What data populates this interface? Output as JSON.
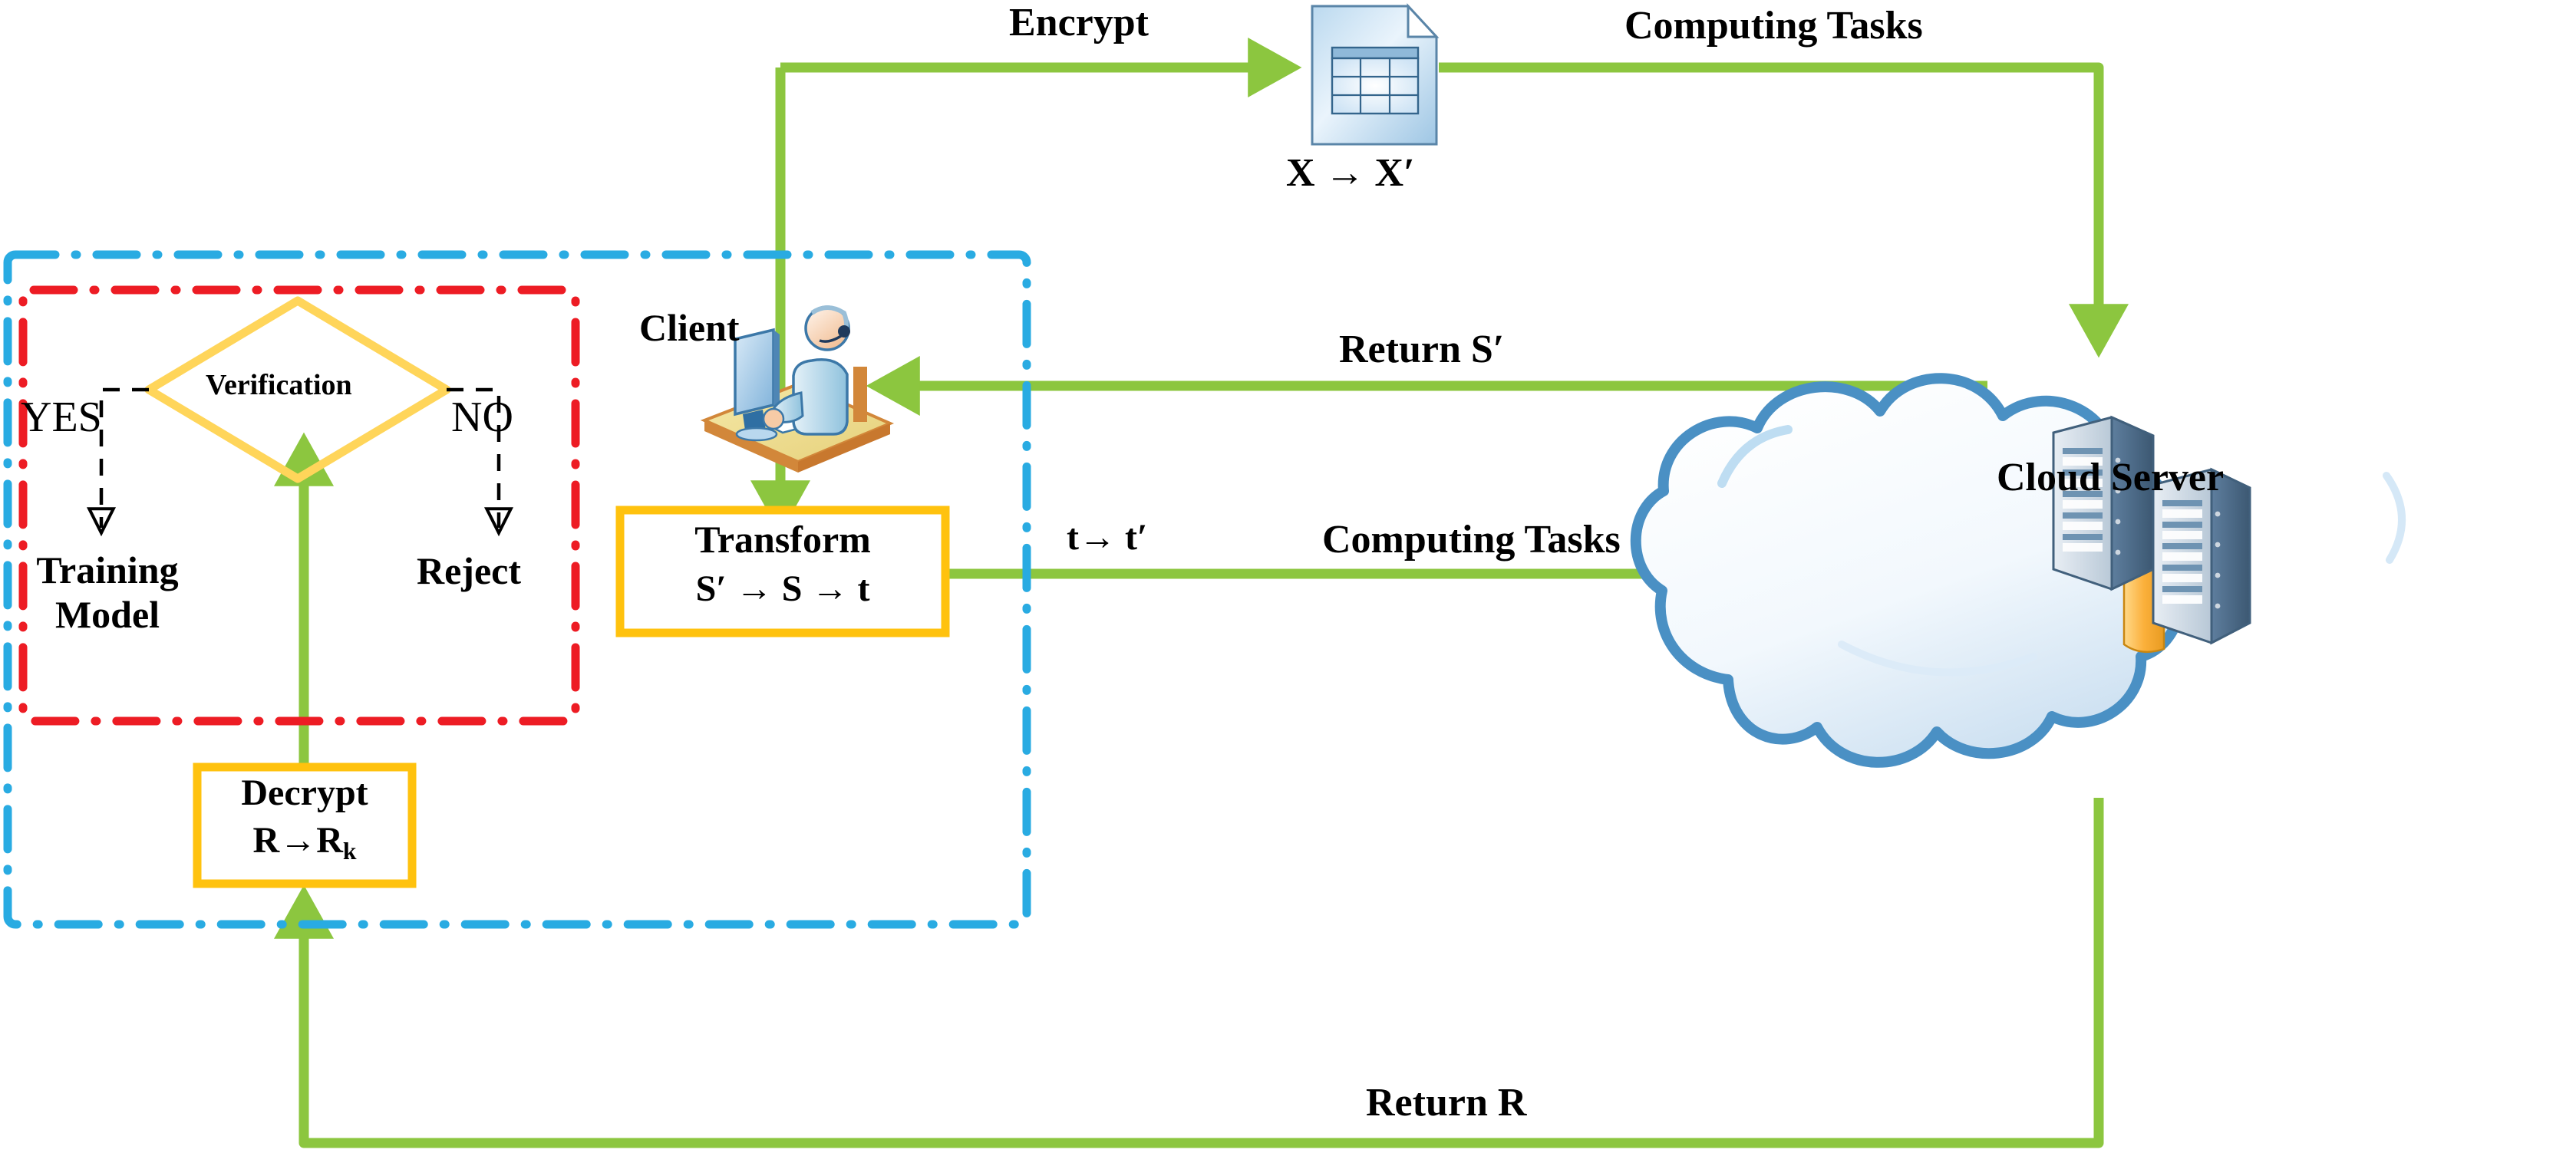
{
  "diagram": {
    "title": "Verifiable outsourced computation workflow between client and cloud server",
    "colors": {
      "green_arrow": "#8CC63F",
      "blue_dashdot": "#29ABE2",
      "red_dashdot": "#ED1C24",
      "orange_box": "#FFC20E",
      "cloud_outline": "#4A90C4",
      "cloud_fill": "#EAF3FB",
      "black_dashed": "#000000",
      "server_body": "#4C6B8A",
      "doc_fill": "#A8CCE8"
    },
    "zones": {
      "client_zone": {
        "name": "client-boundary",
        "style": "blue dash-dot rectangle"
      },
      "verification_zone": {
        "name": "verification-boundary",
        "style": "red dash-dot rectangle"
      }
    }
  },
  "nodes": {
    "client": {
      "label": "Client",
      "icon": "client-workstation-icon"
    },
    "encrypted_document": {
      "icon": "encrypted-document-icon",
      "caption": "X → X′"
    },
    "cloud": {
      "label": "Cloud Server",
      "icon": "cloud-server-icon"
    },
    "verification": {
      "label": "Verification",
      "shape": "diamond"
    },
    "transform": {
      "title": "Transform",
      "formula_prefix": "S′",
      "formula": "S′  → S → t"
    },
    "decrypt": {
      "title": "Decrypt",
      "formula_r": "R",
      "formula_arrow": "→",
      "formula_rk": "R",
      "formula_sub": "k"
    },
    "training_model": {
      "line1": "Training",
      "line2": "Model"
    },
    "reject": {
      "label": "Reject"
    }
  },
  "edges": {
    "encrypt": {
      "label": "Encrypt",
      "color": "#8CC63F"
    },
    "computing_tasks_top": {
      "label": "Computing Tasks",
      "color": "#8CC63F"
    },
    "return_s_prime": {
      "label": "Return S′",
      "color": "#8CC63F"
    },
    "t_to_t_prime": {
      "label": "t→ t′",
      "color": "#8CC63F"
    },
    "computing_tasks_mid": {
      "label": "Computing Tasks",
      "color": "#8CC63F"
    },
    "return_r": {
      "label": "Return R",
      "color": "#8CC63F"
    },
    "yes_branch": {
      "label": "YES",
      "style": "black dashed"
    },
    "no_branch": {
      "label": "NO",
      "style": "black dashed"
    }
  }
}
